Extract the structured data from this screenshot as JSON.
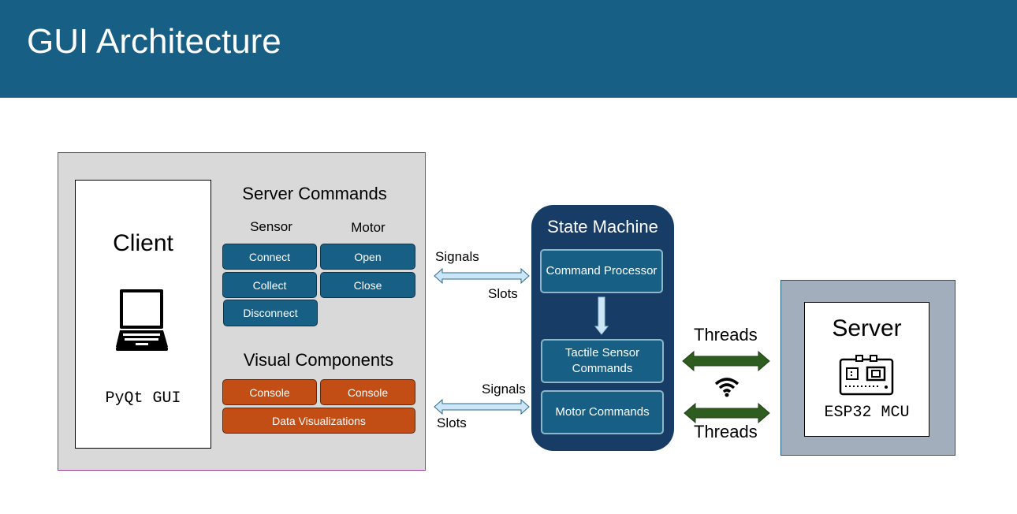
{
  "title": "GUI Architecture",
  "client": {
    "title": "Client",
    "subtitle": "PyQt GUI",
    "server_commands": {
      "heading": "Server Commands",
      "sensor_label": "Sensor",
      "motor_label": "Motor",
      "sensor_buttons": [
        "Connect",
        "Collect",
        "Disconnect"
      ],
      "motor_buttons": [
        "Open",
        "Close"
      ]
    },
    "visual_components": {
      "heading": "Visual Components",
      "items": [
        "Console",
        "Console",
        "Data Visualizations"
      ]
    }
  },
  "link_top": {
    "signals": "Signals",
    "slots": "Slots"
  },
  "link_bottom": {
    "signals": "Signals",
    "slots": "Slots"
  },
  "state_machine": {
    "title": "State Machine",
    "boxes": [
      "Command Processor",
      "Tactile Sensor Commands",
      "Motor Commands"
    ]
  },
  "threads": {
    "top": "Threads",
    "bottom": "Threads"
  },
  "server": {
    "title": "Server",
    "subtitle": "ESP32 MCU"
  },
  "icons": [
    "laptop-icon",
    "wifi-icon",
    "circuit-board-icon"
  ],
  "colors": {
    "header": "#175f85",
    "button_blue": "#175f85",
    "button_orange": "#c24e15",
    "state_machine": "#173d67",
    "arrow_light": "#cbe7f7",
    "threads_arrow": "#2f5d1f",
    "server_panel": "#a2aebb"
  }
}
